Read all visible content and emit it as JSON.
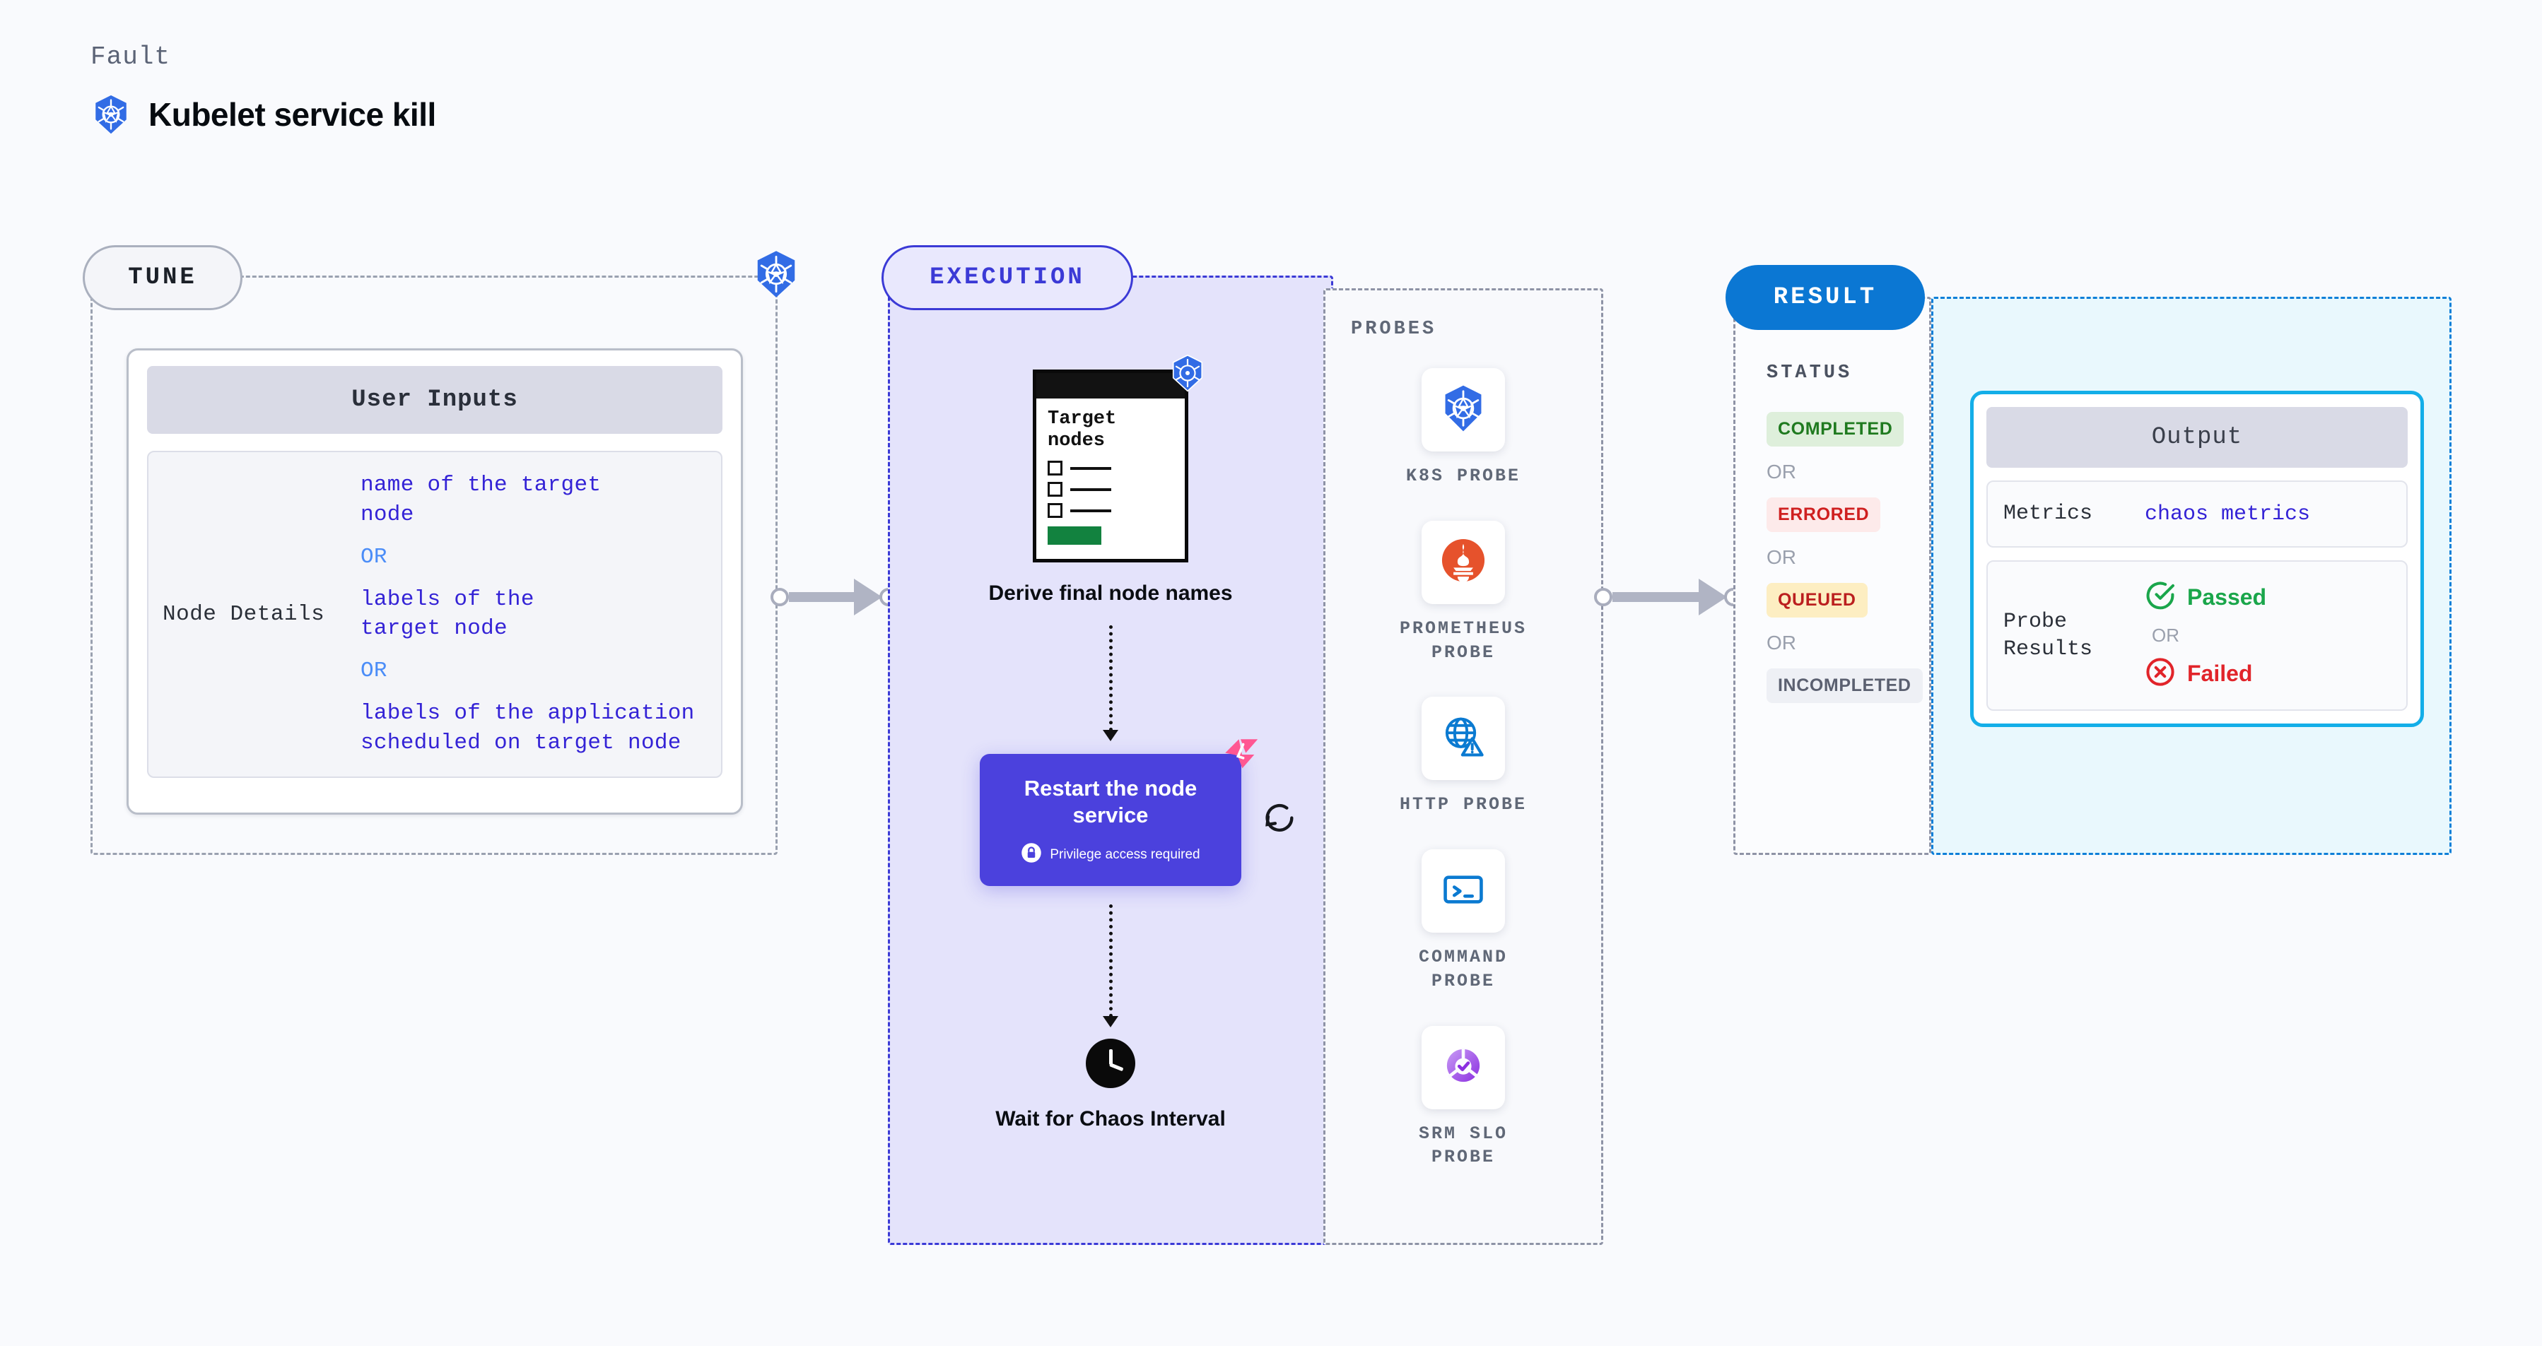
{
  "header": {
    "eyebrow": "Fault",
    "title": "Kubelet service kill",
    "icon": "kubernetes-icon"
  },
  "tune": {
    "badge": "TUNE",
    "corner_icon": "kubernetes-icon",
    "card_title": "User Inputs",
    "rows": [
      {
        "key": "Node Details",
        "values": [
          "name of the target",
          "node"
        ],
        "or": "OR",
        "values2": [
          "labels of the",
          "target node"
        ],
        "or2": "OR",
        "values3": [
          "labels of the application",
          " scheduled on target node"
        ]
      }
    ]
  },
  "execution": {
    "badge": "EXECUTION",
    "nodes": [
      {
        "type": "document",
        "doc_title_line1": "Target",
        "doc_title_line2": "nodes",
        "badge_icon": "kubernetes-icon",
        "label": "Derive final node names"
      },
      {
        "type": "action",
        "title": "Restart the node service",
        "privilege": "Privilege access required",
        "privilege_icon": "lock-icon",
        "corner_icon": "harness-logo-icon",
        "retry_icon": "refresh-icon"
      },
      {
        "type": "wait",
        "icon": "clock-icon",
        "label": "Wait for Chaos Interval"
      }
    ]
  },
  "probes": {
    "label": "PROBES",
    "items": [
      {
        "name": "K8S PROBE",
        "icon": "kubernetes-icon"
      },
      {
        "name": "PROMETHEUS PROBE",
        "icon": "prometheus-icon"
      },
      {
        "name": "HTTP PROBE",
        "icon": "globe-warning-icon"
      },
      {
        "name": "COMMAND PROBE",
        "icon": "terminal-icon"
      },
      {
        "name": "SRM SLO PROBE",
        "icon": "slo-donut-check-icon"
      }
    ]
  },
  "result": {
    "badge": "RESULT",
    "status_label": "STATUS",
    "statuses": [
      {
        "label": "COMPLETED",
        "bg": "#deefdb",
        "fg": "#1f7a1f"
      },
      {
        "label": "ERRORED",
        "bg": "#fdeaea",
        "fg": "#cf2020"
      },
      {
        "label": "QUEUED",
        "bg": "#fdeec2",
        "fg": "#bb1f1f"
      },
      {
        "label": "INCOMPLETED",
        "bg": "#eef0f5",
        "fg": "#5b6070"
      }
    ],
    "or": "OR",
    "output": {
      "title": "Output",
      "metrics_key": "Metrics",
      "metrics_value": "chaos metrics",
      "probe_results_key": "Probe Results",
      "passed": "Passed",
      "passed_icon": "check-circle-icon",
      "or": "OR",
      "failed": "Failed",
      "failed_icon": "x-circle-icon"
    }
  },
  "colors": {
    "background": "#f9fafd",
    "execution_fill": "#e4e3fb",
    "execution_border": "#3b3ad6",
    "result_badge": "#0b77d3",
    "result_fill": "#e9f8fd",
    "result_border": "#0f7fd8",
    "action_card": "#4b41dd",
    "harness_pink": "#ff5792",
    "k8s_blue": "#326ce5",
    "passed_green": "#1aa64b",
    "failed_red": "#e1242a",
    "value_indigo": "#3423d6",
    "or_blue": "#4b8df8"
  }
}
